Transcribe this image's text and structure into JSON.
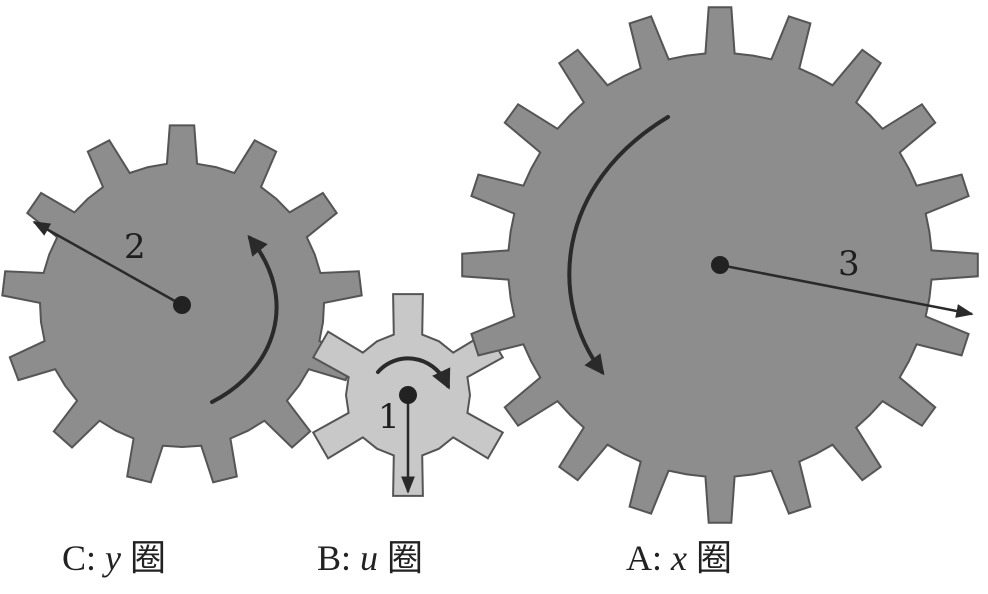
{
  "gears": [
    {
      "id": "A",
      "radius_label": "3",
      "caption_prefix": "A: ",
      "caption_var": "x",
      "caption_suffix": " 圈",
      "teeth": 20
    },
    {
      "id": "B",
      "radius_label": "1",
      "caption_prefix": "B: ",
      "caption_var": "u",
      "caption_suffix": " 圈",
      "teeth": 6
    },
    {
      "id": "C",
      "radius_label": "2",
      "caption_prefix": "C: ",
      "caption_var": "y",
      "caption_suffix": " 圈",
      "teeth": 13
    }
  ],
  "colors": {
    "gear_dark": "#8d8d8d",
    "gear_light": "#c8c8c8",
    "stroke": "#2a2a2a"
  }
}
